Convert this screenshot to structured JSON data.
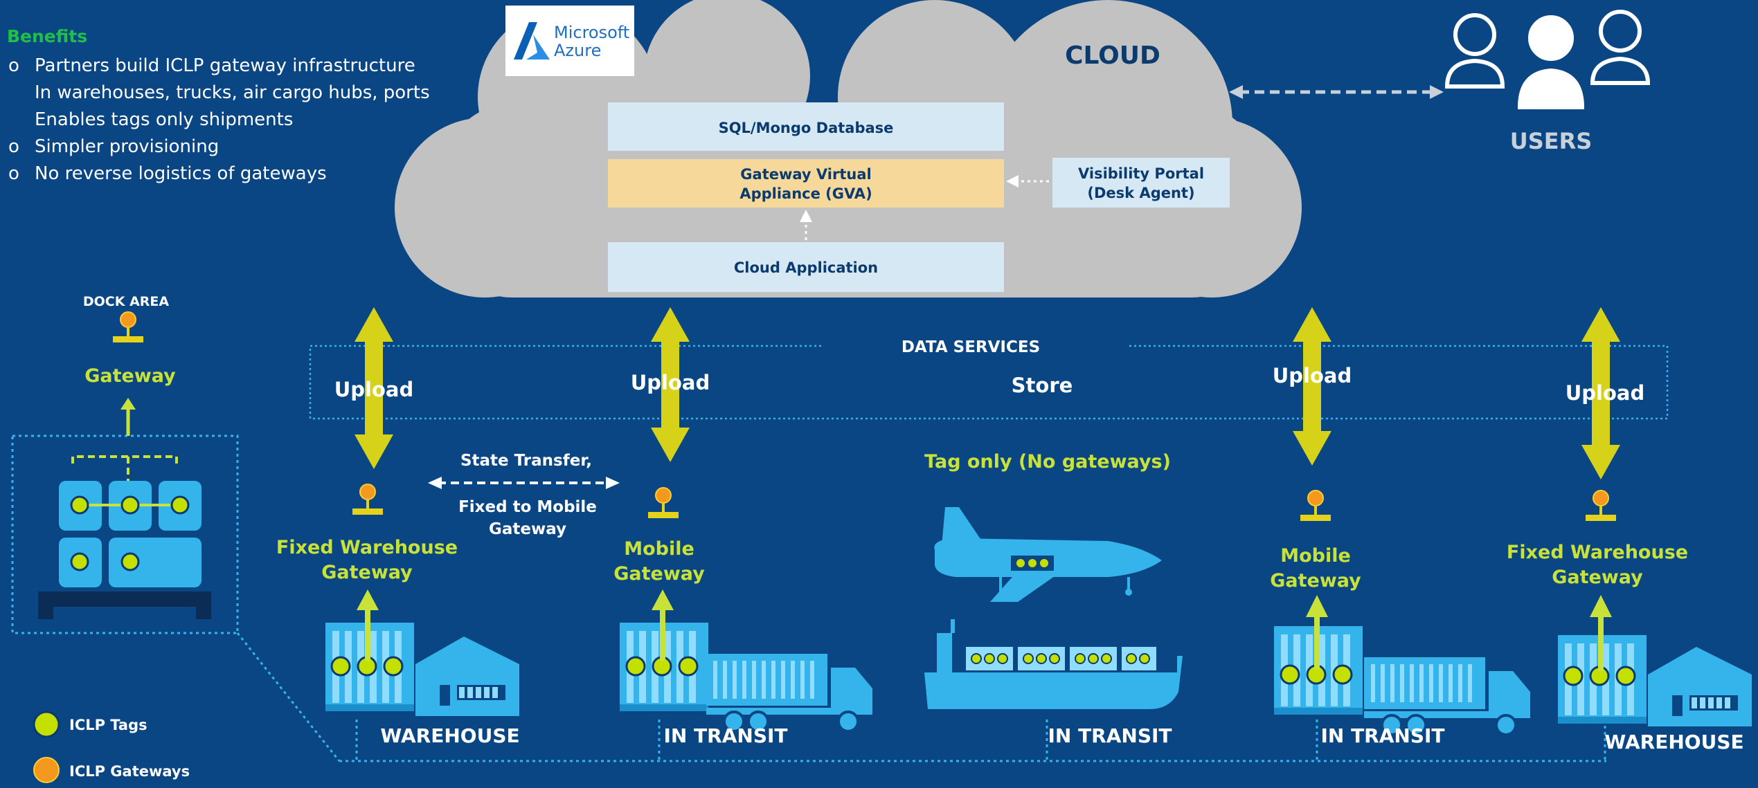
{
  "benefits": {
    "title": "Benefits",
    "items": [
      "Partners build ICLP gateway infrastructure",
      "In warehouses, trucks, air cargo hubs, ports",
      "Enables tags only shipments",
      "Simpler provisioning",
      "No reverse logistics of gateways"
    ]
  },
  "cloud": {
    "label": "CLOUD",
    "azure_line1": "Microsoft",
    "azure_line2": "Azure",
    "db": "SQL/Mongo Database",
    "gva_line1": "Gateway Virtual",
    "gva_line2": "Appliance (GVA)",
    "portal_line1": "Visibility Portal",
    "portal_line2": "(Desk Agent)",
    "app": "Cloud Application"
  },
  "users": {
    "label": "USERS"
  },
  "data_services": {
    "label": "DATA SERVICES",
    "upload_1": "Upload",
    "upload_2": "Upload",
    "store": "Store",
    "upload_3": "Upload",
    "upload_4": "Upload"
  },
  "dock": {
    "label": "DOCK AREA",
    "gateway": "Gateway"
  },
  "state_transfer": {
    "line1": "State Transfer,",
    "line2": "Fixed to Mobile",
    "line3": "Gateway"
  },
  "tag_only": "Tag only (No gateways)",
  "gateways": {
    "fixed_1a": "Fixed Warehouse",
    "fixed_1b": "Gateway",
    "mobile_1a": "Mobile",
    "mobile_1b": "Gateway",
    "mobile_2a": "Mobile",
    "mobile_2b": "Gateway",
    "fixed_2a": "Fixed Warehouse",
    "fixed_2b": "Gateway"
  },
  "locations": {
    "loc_1": "WAREHOUSE",
    "loc_2": "IN TRANSIT",
    "loc_3": "IN TRANSIT",
    "loc_4": "IN TRANSIT",
    "loc_5": "WAREHOUSE"
  },
  "legend": {
    "tags": "ICLP Tags",
    "gateways": "ICLP Gateways"
  },
  "colors": {
    "background": "#0a4683",
    "cloud": "#c2c2c2",
    "arrow": "#d6d21a",
    "gateway_orange": "#f39a1e",
    "tag_green": "#c4e000",
    "cyan": "#35b4ec",
    "label_green": "#c8e23a"
  }
}
